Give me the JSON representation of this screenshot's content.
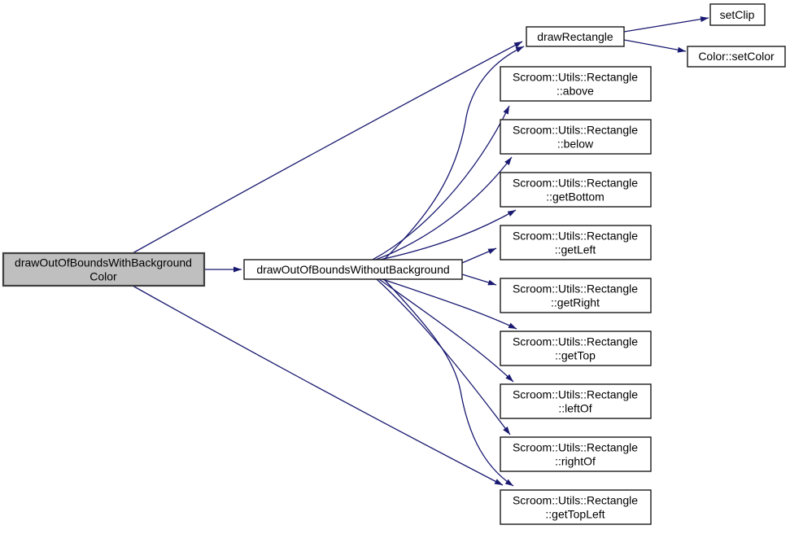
{
  "diagram": {
    "kind": "doxygen-call-graph",
    "background_color": "#FFFFFF",
    "edge_color": "#191970",
    "node_fill": "#FFFFFF",
    "node_border_color": "#1A1A1A",
    "highlight_node_fill": "#BFBFBF"
  },
  "nodes": {
    "root": {
      "lines": [
        "drawOutOfBoundsWithBackground",
        "Color"
      ],
      "highlighted": true
    },
    "without_bg": {
      "lines": [
        "drawOutOfBoundsWithoutBackground"
      ]
    },
    "draw_rectangle": {
      "lines": [
        "drawRectangle"
      ]
    },
    "set_clip": {
      "lines": [
        "setClip"
      ]
    },
    "set_color": {
      "lines": [
        "Color::setColor"
      ]
    },
    "above": {
      "lines": [
        "Scroom::Utils::Rectangle",
        "::above"
      ]
    },
    "below": {
      "lines": [
        "Scroom::Utils::Rectangle",
        "::below"
      ]
    },
    "get_bottom": {
      "lines": [
        "Scroom::Utils::Rectangle",
        "::getBottom"
      ]
    },
    "get_left": {
      "lines": [
        "Scroom::Utils::Rectangle",
        "::getLeft"
      ]
    },
    "get_right": {
      "lines": [
        "Scroom::Utils::Rectangle",
        "::getRight"
      ]
    },
    "get_top": {
      "lines": [
        "Scroom::Utils::Rectangle",
        "::getTop"
      ]
    },
    "left_of": {
      "lines": [
        "Scroom::Utils::Rectangle",
        "::leftOf"
      ]
    },
    "right_of": {
      "lines": [
        "Scroom::Utils::Rectangle",
        "::rightOf"
      ]
    },
    "get_top_left": {
      "lines": [
        "Scroom::Utils::Rectangle",
        "::getTopLeft"
      ]
    }
  },
  "edges": [
    {
      "from": "drawOutOfBoundsWithBackgroundColor",
      "to": "drawRectangle"
    },
    {
      "from": "drawOutOfBoundsWithBackgroundColor",
      "to": "drawOutOfBoundsWithoutBackground"
    },
    {
      "from": "drawOutOfBoundsWithBackgroundColor",
      "to": "Scroom::Utils::Rectangle::getTopLeft"
    },
    {
      "from": "drawOutOfBoundsWithoutBackground",
      "to": "drawRectangle"
    },
    {
      "from": "drawOutOfBoundsWithoutBackground",
      "to": "Scroom::Utils::Rectangle::above"
    },
    {
      "from": "drawOutOfBoundsWithoutBackground",
      "to": "Scroom::Utils::Rectangle::below"
    },
    {
      "from": "drawOutOfBoundsWithoutBackground",
      "to": "Scroom::Utils::Rectangle::getBottom"
    },
    {
      "from": "drawOutOfBoundsWithoutBackground",
      "to": "Scroom::Utils::Rectangle::getLeft"
    },
    {
      "from": "drawOutOfBoundsWithoutBackground",
      "to": "Scroom::Utils::Rectangle::getRight"
    },
    {
      "from": "drawOutOfBoundsWithoutBackground",
      "to": "Scroom::Utils::Rectangle::getTop"
    },
    {
      "from": "drawOutOfBoundsWithoutBackground",
      "to": "Scroom::Utils::Rectangle::leftOf"
    },
    {
      "from": "drawOutOfBoundsWithoutBackground",
      "to": "Scroom::Utils::Rectangle::rightOf"
    },
    {
      "from": "drawOutOfBoundsWithoutBackground",
      "to": "Scroom::Utils::Rectangle::getTopLeft"
    },
    {
      "from": "drawRectangle",
      "to": "setClip"
    },
    {
      "from": "drawRectangle",
      "to": "Color::setColor"
    }
  ]
}
